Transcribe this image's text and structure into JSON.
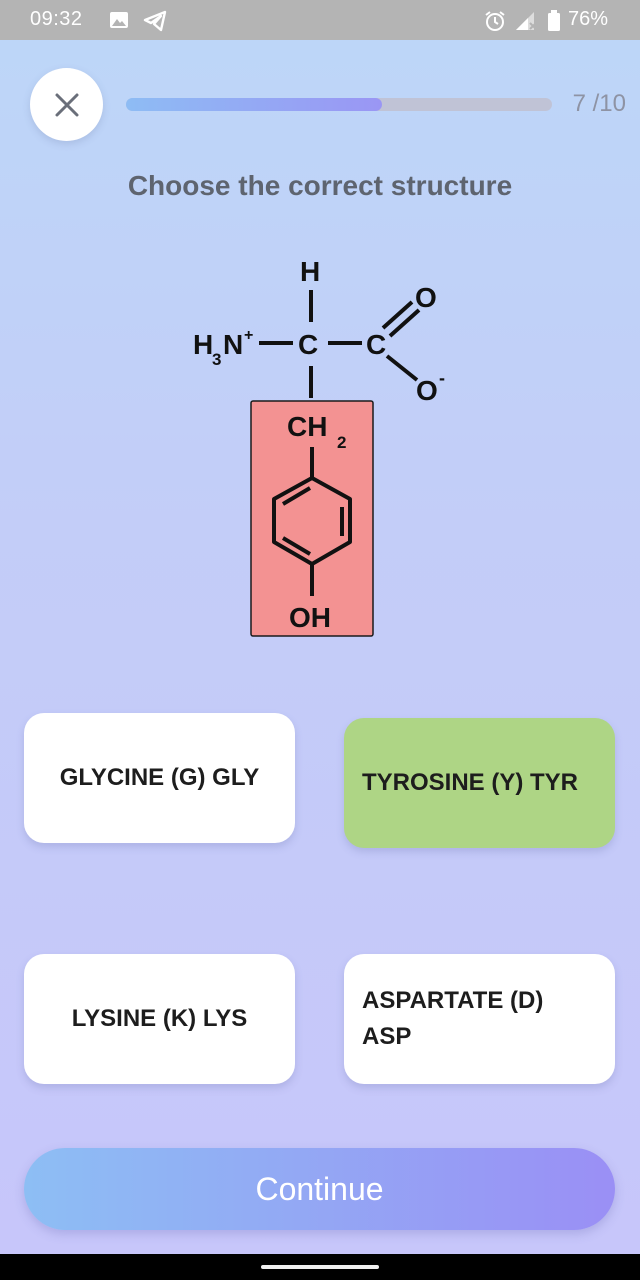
{
  "status_bar": {
    "time": "09:32",
    "battery": "76%",
    "icons": [
      "image-icon",
      "telegram-icon",
      "alarm-icon",
      "signal-icon",
      "battery-icon"
    ]
  },
  "header": {
    "close_icon": "close-icon",
    "progress_text": "7 /10",
    "progress_fraction": 0.6
  },
  "question": {
    "title": "Choose the correct structure"
  },
  "structure": {
    "hydrogen": "H",
    "amine_h": "H",
    "amine_sub": "3",
    "amine_n": "N",
    "amine_charge": "+",
    "alpha_carbon": "C",
    "carboxyl_carbon": "C",
    "carbonyl_oxygen": "O",
    "carboxylate_oxygen": "O",
    "carboxylate_charge": "-",
    "side_chain_ch": "CH",
    "side_chain_sub": "2",
    "hydroxyl": "OH",
    "highlight_color": "#f39292"
  },
  "options": [
    {
      "label": "GLYCINE (G) GLY",
      "selected": false
    },
    {
      "label": "TYROSINE (Y) TYR",
      "selected": true
    },
    {
      "label": "LYSINE (K) LYS",
      "selected": false
    },
    {
      "label": "ASPARTATE (D) ASP",
      "selected": false
    }
  ],
  "continue_label": "Continue",
  "colors": {
    "accent_gradient_start": "#8dbef4",
    "accent_gradient_end": "#9a8ff5",
    "selected_option": "#aed585",
    "highlight": "#f39292"
  }
}
